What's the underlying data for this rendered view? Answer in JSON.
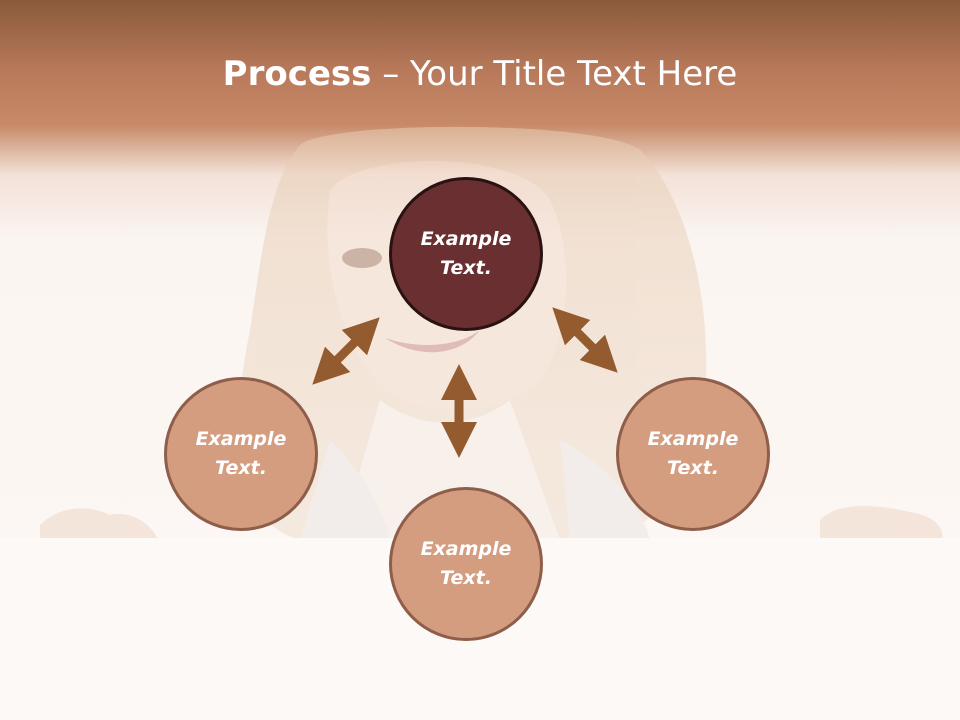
{
  "title": {
    "bold": "Process",
    "separator": " – ",
    "rest": "Your Title Text Here"
  },
  "nodes": {
    "top": "Example Text.",
    "left": "Example Text.",
    "right": "Example Text.",
    "bottom": "Example Text."
  },
  "colors": {
    "arrow": "#945b2f",
    "center_fill": "#6a2f30",
    "side_fill": "#d49d80",
    "header": "#c07a57"
  }
}
